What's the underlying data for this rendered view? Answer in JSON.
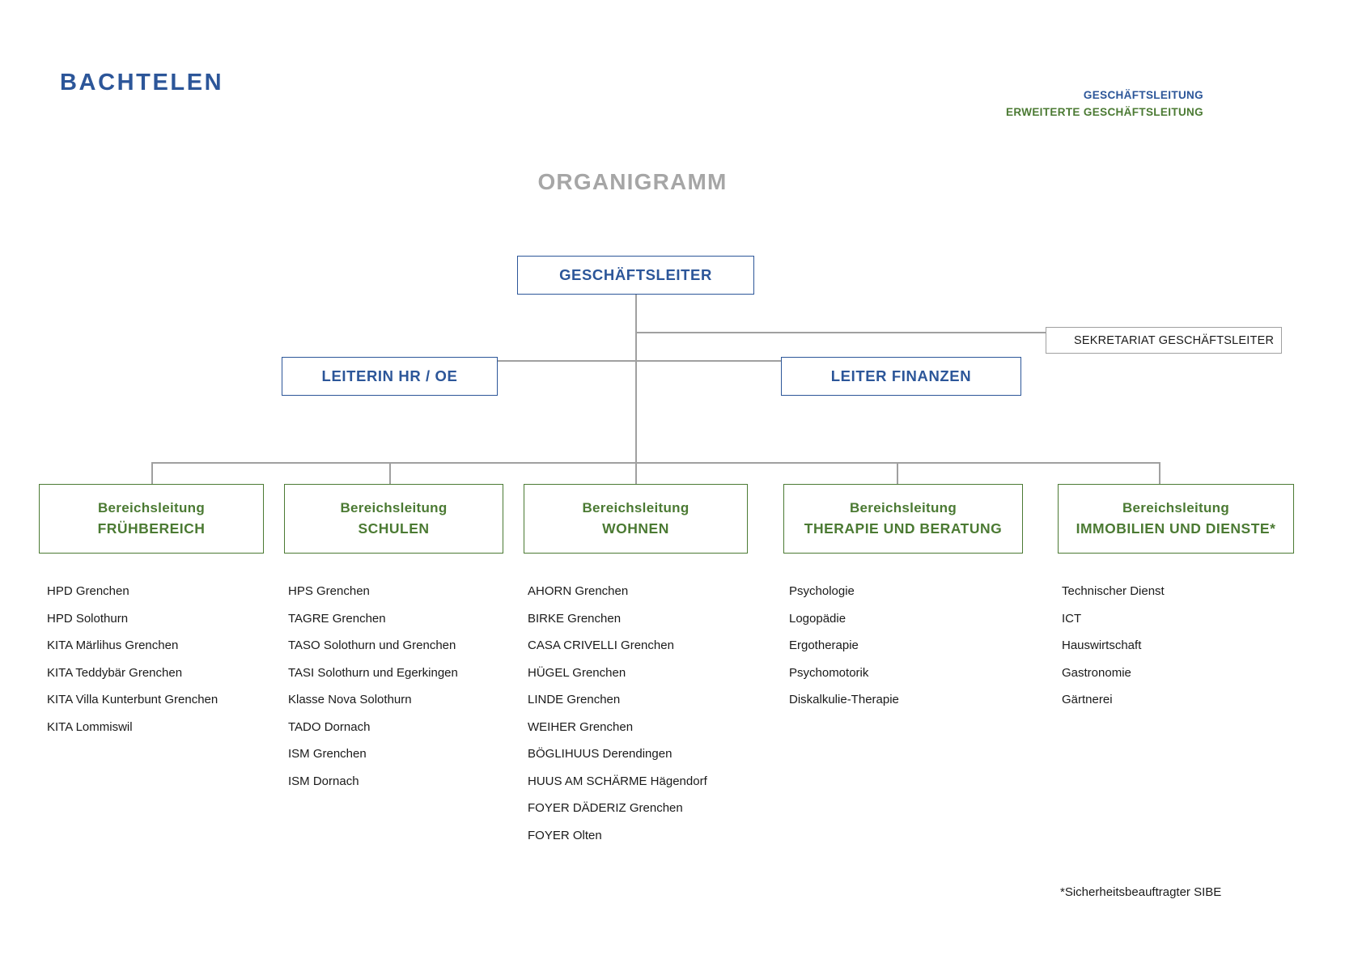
{
  "header": {
    "brand": "BACHTELEN",
    "legend": {
      "geschaeftsleitung": "GESCHÄFTSLEITUNG",
      "erweiterte_geschaeftsleitung": "ERWEITERTE GESCHÄFTSLEITUNG"
    },
    "document_title": "ORGANIGRAMM"
  },
  "colors": {
    "blue": "#2c5699",
    "green": "#4b7a33",
    "gray_title": "#a6a6a6",
    "connector": "#a0a0a0",
    "text": "#1a1a1a"
  },
  "chart_data": {
    "type": "diagram",
    "title": "ORGANIGRAMM",
    "nodes": {
      "level1": {
        "label": "GESCHÄFTSLEITER",
        "style": "blue"
      },
      "staff": {
        "label": "SEKRETARIAT GESCHÄFTSLEITER",
        "style": "gray"
      },
      "level2": [
        {
          "label": "LEITERIN HR / OE",
          "style": "blue"
        },
        {
          "label": "LEITER FINANZEN",
          "style": "blue"
        }
      ],
      "level3": [
        {
          "line1": "Bereichsleitung",
          "line2": "FRÜHBEREICH",
          "style": "green"
        },
        {
          "line1": "Bereichsleitung",
          "line2": "SCHULEN",
          "style": "green"
        },
        {
          "line1": "Bereichsleitung",
          "line2": "WOHNEN",
          "style": "green"
        },
        {
          "line1": "Bereichsleitung",
          "line2": "THERAPIE UND BERATUNG",
          "style": "green"
        },
        {
          "line1": "Bereichsleitung",
          "line2": "IMMOBILIEN UND DIENSTE*",
          "style": "green"
        }
      ]
    }
  },
  "columns": [
    {
      "heading_top": "Bereichsleitung",
      "heading_bottom": "FRÜHBEREICH",
      "items": [
        "HPD Grenchen",
        "HPD Solothurn",
        "KITA Märlihus Grenchen",
        "KITA Teddybär Grenchen",
        "KITA Villa Kunterbunt Grenchen",
        "KITA Lommiswil"
      ]
    },
    {
      "heading_top": "Bereichsleitung",
      "heading_bottom": "SCHULEN",
      "items": [
        "HPS Grenchen",
        "TAGRE Grenchen",
        "TASO Solothurn und Grenchen",
        "TASI Solothurn und Egerkingen",
        "Klasse Nova Solothurn",
        "TADO Dornach",
        "ISM Grenchen",
        "ISM Dornach"
      ]
    },
    {
      "heading_top": "Bereichsleitung",
      "heading_bottom": "WOHNEN",
      "items": [
        "AHORN Grenchen",
        "BIRKE Grenchen",
        "CASA CRIVELLI Grenchen",
        "HÜGEL Grenchen",
        "LINDE Grenchen",
        "WEIHER Grenchen",
        "BÖGLIHUUS Derendingen",
        "HUUS AM SCHÄRME Hägendorf",
        "FOYER DÄDERIZ Grenchen",
        "FOYER Olten"
      ]
    },
    {
      "heading_top": "Bereichsleitung",
      "heading_bottom": "THERAPIE UND BERATUNG",
      "items": [
        "Psychologie",
        "Logopädie",
        "Ergotherapie",
        "Psychomotorik",
        "Diskalkulie-Therapie"
      ]
    },
    {
      "heading_top": "Bereichsleitung",
      "heading_bottom": "IMMOBILIEN UND DIENSTE*",
      "items": [
        "Technischer Dienst",
        "ICT",
        "Hauswirtschaft",
        "Gastronomie",
        "Gärtnerei"
      ]
    }
  ],
  "footnote": "*Sicherheitsbeauftragter SIBE"
}
